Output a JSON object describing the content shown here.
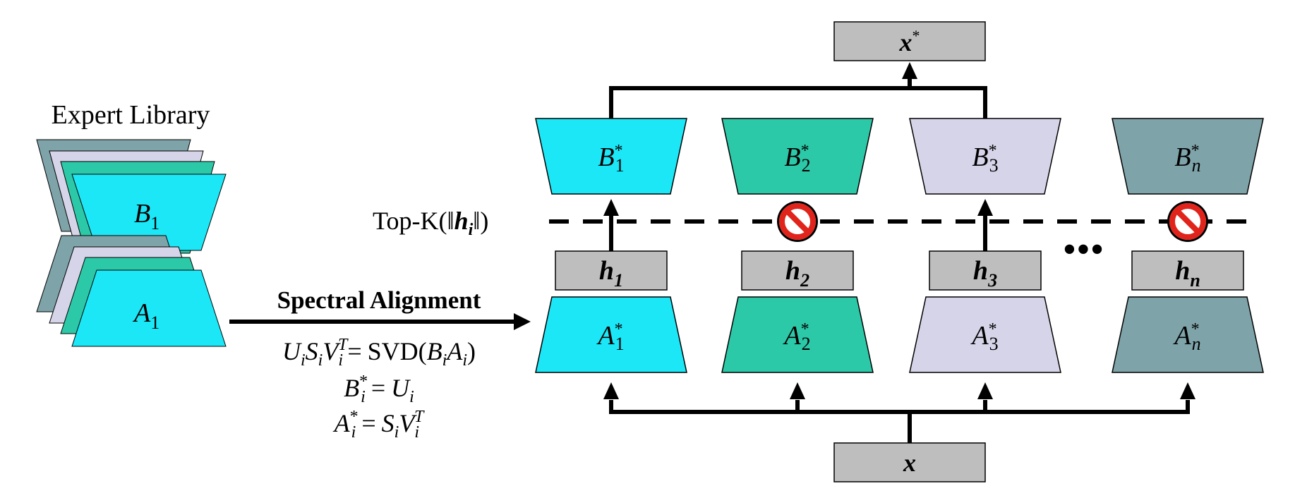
{
  "library": {
    "title": "Expert Library",
    "b_label": {
      "base": "B",
      "sub": "1"
    },
    "a_label": {
      "base": "A",
      "sub": "1"
    }
  },
  "alignment": {
    "title": "Spectral Alignment",
    "eq1": {
      "lhs": "U_i S_i V_i^T",
      "rhs": "SVD(B_i A_i)"
    },
    "eq2": {
      "lhs": "B_i^*",
      "rhs": "U_i"
    },
    "eq3": {
      "lhs": "A_i^*",
      "rhs": "S_i V_i^T"
    },
    "symbols": {
      "U": "U",
      "S": "S",
      "V": "V",
      "B": "B",
      "A": "A",
      "i": "i",
      "T": "T",
      "star": "*",
      "eq": "=",
      "svd": "SVD(",
      "close": ")"
    }
  },
  "topk": {
    "prefix": "Top-K(‖",
    "h": "h",
    "i": "i",
    "suffix": "‖)"
  },
  "output": {
    "base": "x",
    "sup": "*"
  },
  "input": {
    "base": "x"
  },
  "ellipsis": "•••",
  "experts": [
    {
      "b_base": "B",
      "a_base": "A",
      "index": "1",
      "h_base": "h",
      "color": "#1ce7f7",
      "blocked": false
    },
    {
      "b_base": "B",
      "a_base": "A",
      "index": "2",
      "h_base": "h",
      "color": "#2cc9a8",
      "blocked": true
    },
    {
      "b_base": "B",
      "a_base": "A",
      "index": "3",
      "h_base": "h",
      "color": "#d6d4e8",
      "blocked": false
    },
    {
      "b_base": "B",
      "a_base": "A",
      "index": "n",
      "h_base": "h",
      "color": "#7ea3a9",
      "blocked": true
    }
  ],
  "colors": {
    "gray_box": "#bebebe",
    "library_teal": "#7ea3a9",
    "library_lavender": "#d6d4e8",
    "library_green": "#2cc9a8",
    "library_cyan": "#1ce7f7",
    "stop_red": "#e0241b"
  },
  "icons": {
    "stop": "prohibited-icon"
  }
}
